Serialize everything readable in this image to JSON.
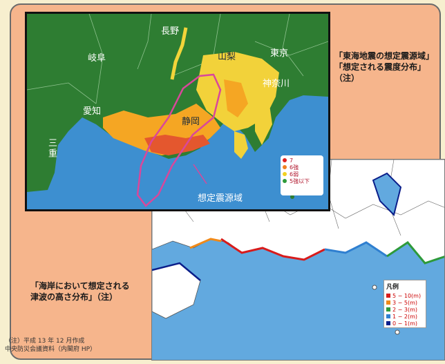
{
  "prefectures": {
    "nagano": "長野",
    "gifu": "岐阜",
    "yamanashi": "山梨",
    "tokyo": "東京",
    "kanagawa": "神奈川",
    "aichi": "愛知",
    "shizuoka": "静岡",
    "mie": "三重"
  },
  "zone_label": "想定震源域",
  "intensity_legend": [
    {
      "label": "7",
      "color": "#e02020"
    },
    {
      "label": "6強",
      "color": "#f08020"
    },
    {
      "label": "6弱",
      "color": "#f0d020"
    },
    {
      "label": "5強以下",
      "color": "#2e9a3a"
    }
  ],
  "caption_top": "「東海地震の想定震源域」\n「想定される震度分布」\n（注）",
  "caption_bottom": "「海岸において想定される\n津波の高さ分布」（注）",
  "tsunami_legend": {
    "title": "凡例",
    "items": [
      {
        "label": "5 − 10(m)",
        "color": "#d81b1b"
      },
      {
        "label": "3 − 5(m)",
        "color": "#f08a1a"
      },
      {
        "label": "2 − 3(m)",
        "color": "#2e9a3a"
      },
      {
        "label": "1 − 2(m)",
        "color": "#2f7fd0"
      },
      {
        "label": "0 − 1(m)",
        "color": "#0a1e8a"
      }
    ]
  },
  "note": "（注）平成 13 年 12 月作成\n中央防災会議資料（内閣府 HP）"
}
